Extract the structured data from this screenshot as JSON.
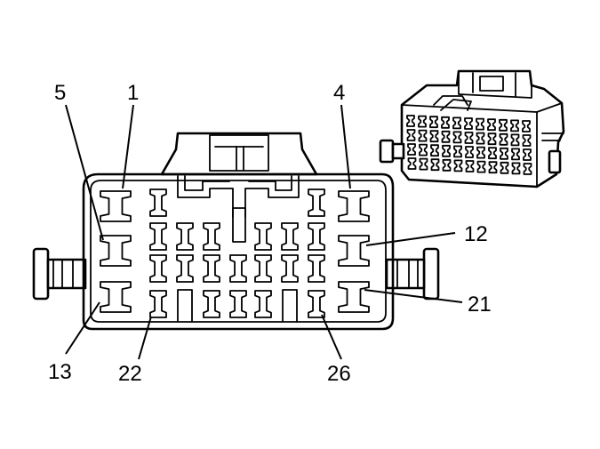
{
  "diagram": {
    "face_view": {
      "pin_callouts": [
        {
          "id": "pin-1",
          "text": "1"
        },
        {
          "id": "pin-5",
          "text": "5"
        },
        {
          "id": "pin-4",
          "text": "4"
        },
        {
          "id": "pin-12",
          "text": "12"
        },
        {
          "id": "pin-21",
          "text": "21"
        },
        {
          "id": "pin-13",
          "text": "13"
        },
        {
          "id": "pin-22",
          "text": "22"
        },
        {
          "id": "pin-26",
          "text": "26"
        }
      ]
    }
  }
}
